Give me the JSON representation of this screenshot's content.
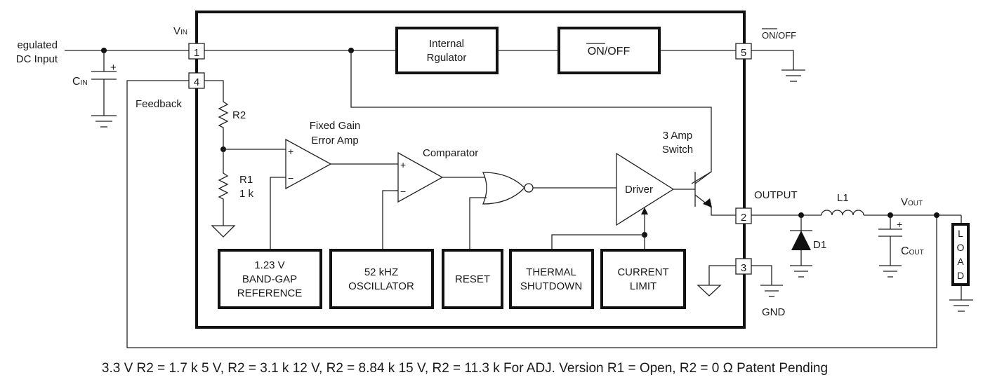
{
  "diagram": {
    "title": "Buck regulator functional block diagram",
    "left": {
      "input_label_line1": "egulated",
      "input_label_line2": "DC Input",
      "cin_label": "C",
      "cin_sub": "IN",
      "cin_polarity": "+",
      "vin_label": "V",
      "vin_sub": "IN",
      "feedback_label": "Feedback"
    },
    "pins": [
      {
        "number": "1",
        "name": "VIN"
      },
      {
        "number": "4",
        "name": "Feedback"
      },
      {
        "number": "5",
        "name": "ON/OFF"
      },
      {
        "number": "2",
        "name": "OUTPUT"
      },
      {
        "number": "3",
        "name": "GND"
      }
    ],
    "blocks": {
      "internal_regulator": [
        "Internal",
        "Rgulator"
      ],
      "on_off": "ON/OFF",
      "bandgap": [
        "1.23 V",
        "BAND-GAP",
        "REFERENCE"
      ],
      "oscillator": [
        "52 kHZ",
        "OSCILLATOR"
      ],
      "reset": "RESET",
      "thermal": [
        "THERMAL",
        "SHUTDOWN"
      ],
      "current_limit": [
        "CURRENT",
        "LIMIT"
      ],
      "driver": "Driver"
    },
    "labels": {
      "r2": "R2",
      "r1": "R1",
      "r1_value": "1 k",
      "error_amp_line1": "Fixed Gain",
      "error_amp_line2": "Error Amp",
      "comparator": "Comparator",
      "switch_line1": "3 Amp",
      "switch_line2": "Switch",
      "plus": "+",
      "minus": "−",
      "on_off_pin_label": "ON/OFF",
      "output": "OUTPUT",
      "gnd": "GND",
      "l1": "L1",
      "d1": "D1",
      "vout": "V",
      "vout_sub": "OUT",
      "cout": "C",
      "cout_sub": "OUT",
      "cout_polarity": "+",
      "load": [
        "L",
        "O",
        "A",
        "D"
      ]
    },
    "footnote": "3.3 V R2 = 1.7 k 5 V, R2 = 3.1 k 12 V, R2 = 8.84 k 15 V, R2 = 11.3 k For ADJ. Version R1 = Open, R2 = 0 Ω Patent Pending"
  }
}
